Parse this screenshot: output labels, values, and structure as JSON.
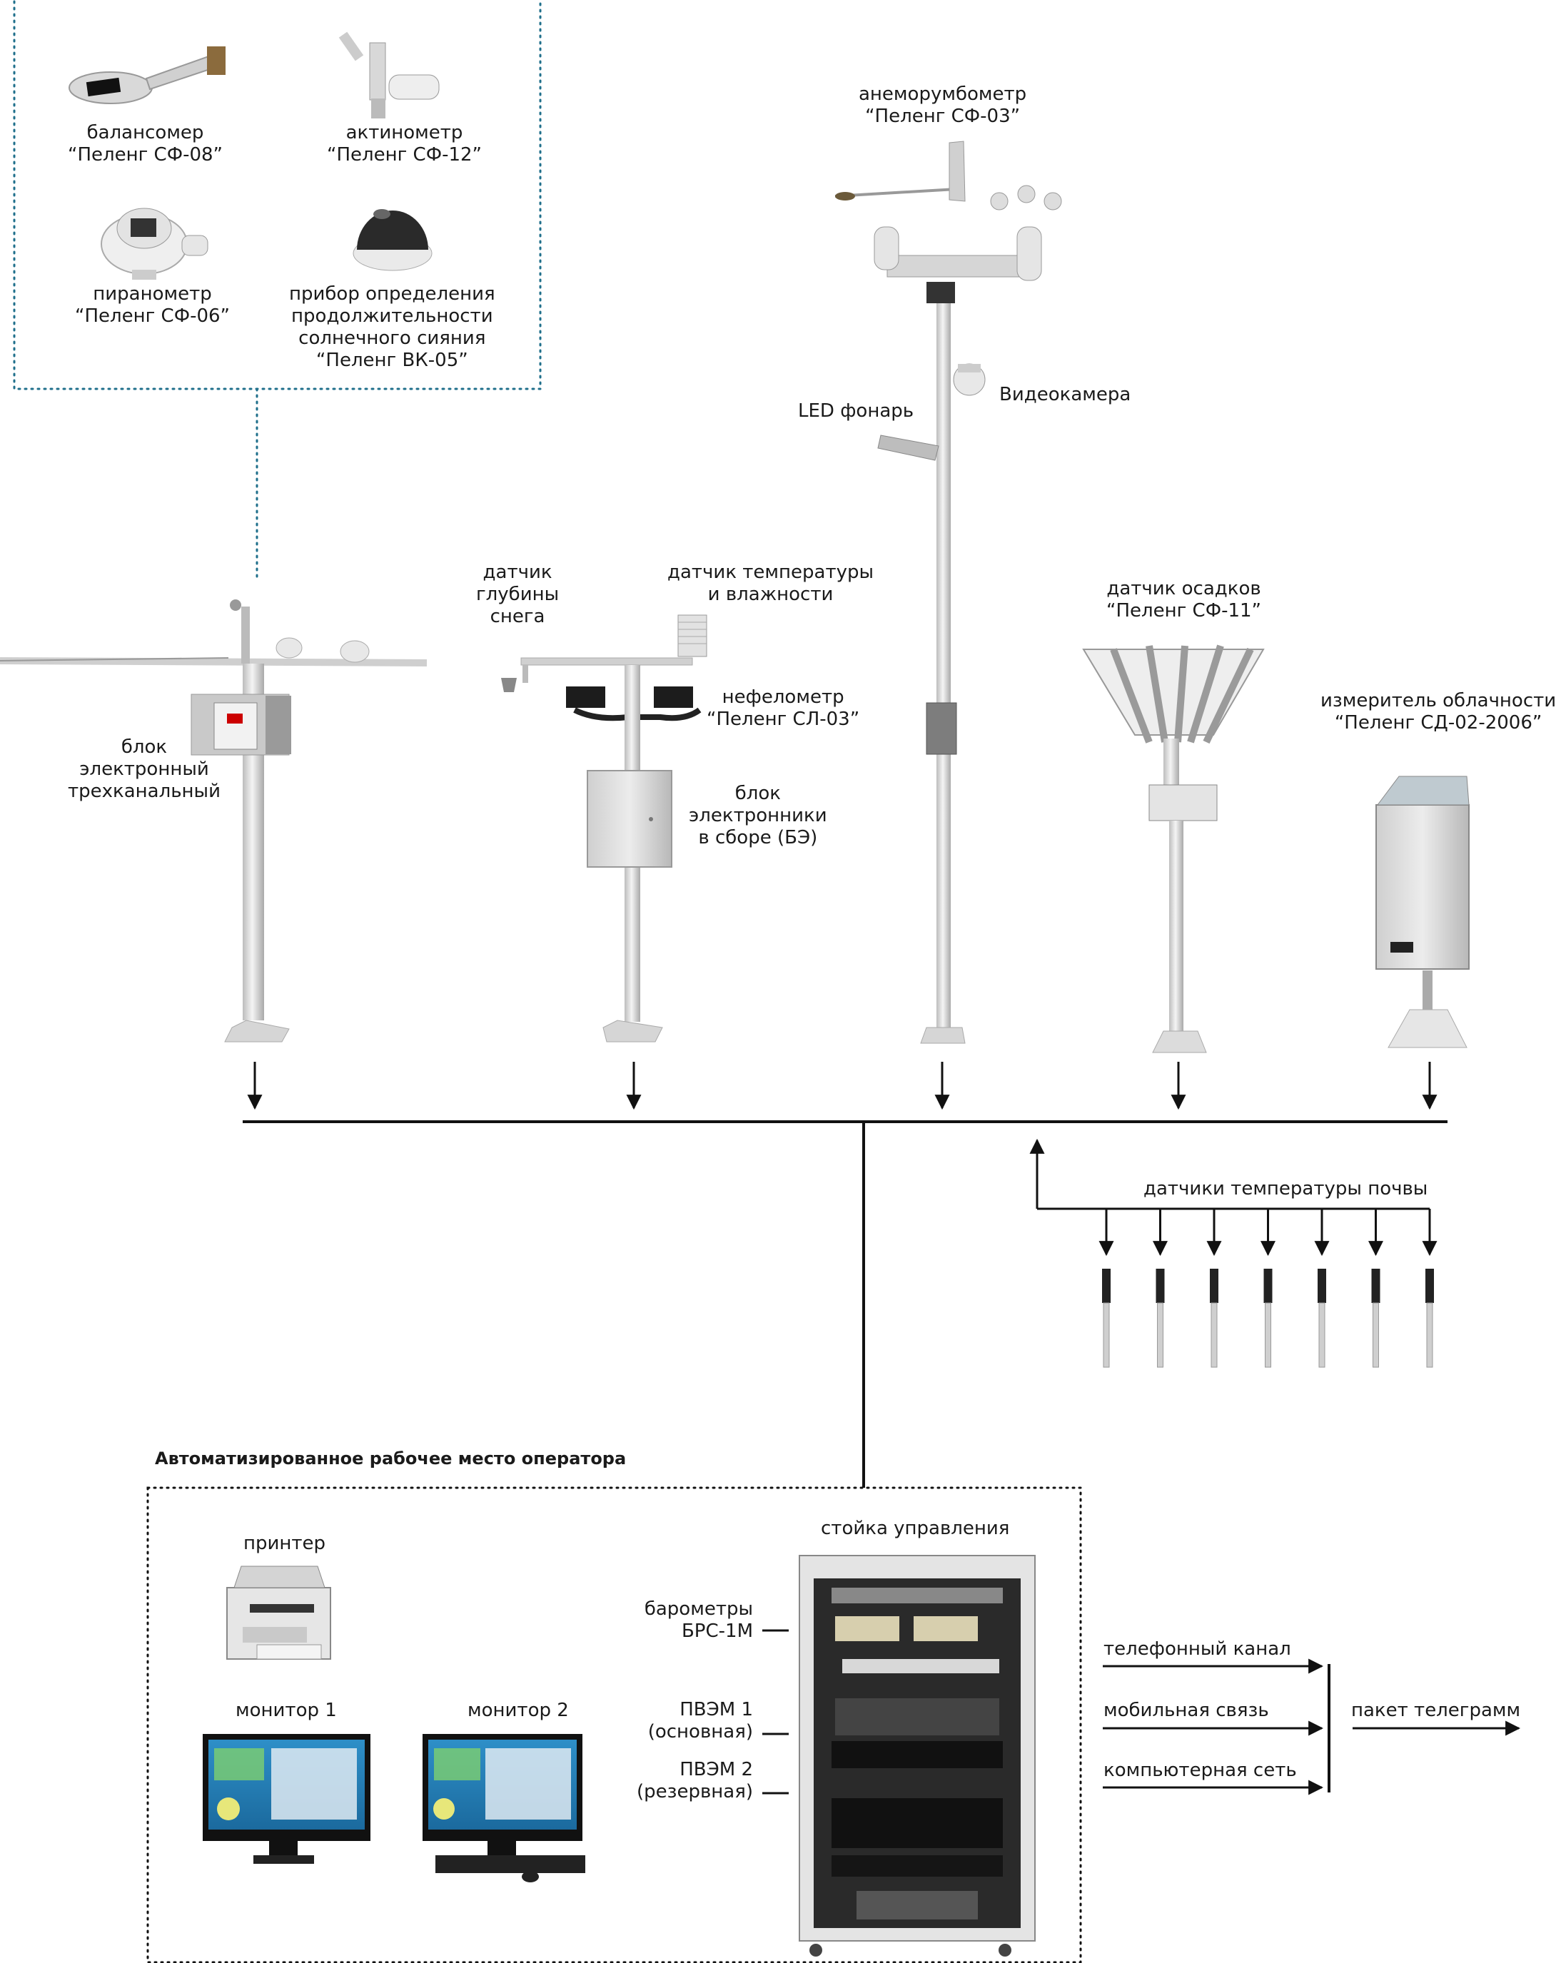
{
  "sensors_box": {
    "balance": [
      "балансомер",
      "“Пеленг СФ-08”"
    ],
    "actinometer": [
      "актинометр",
      "“Пеленг СФ-12”"
    ],
    "pyranometer": [
      "пиранометр",
      "“Пеленг СФ-06”"
    ],
    "sunshine": [
      "прибор определения",
      "продолжительности",
      "солнечного сияния",
      "“Пеленг ВК-05”"
    ]
  },
  "mast_left": {
    "block": [
      "блок",
      "электронный",
      "трехканальный"
    ]
  },
  "mast_mid": {
    "snow": [
      "датчик",
      "глубины",
      "снега"
    ],
    "temp_hum": [
      "датчик температуры",
      "и влажности"
    ],
    "nephelometer": [
      "нефелометр",
      "“Пеленг СЛ-03”"
    ],
    "electronics": [
      "блок",
      "электронники",
      "в сборе (БЭ)"
    ]
  },
  "mast_tall": {
    "anemo": [
      "анеморумбометр",
      "“Пеленг СФ-03”"
    ],
    "camera": "Видеокамера",
    "led": "LED фонарь"
  },
  "precip": [
    "датчик осадков",
    "“Пеленг СФ-11”"
  ],
  "cloud": [
    "измеритель облачности",
    "“Пеленг СД-02-2006”"
  ],
  "soil": {
    "title": "датчики температуры почвы",
    "count": 7
  },
  "workstation": {
    "title": "Автоматизированное рабочее место оператора",
    "printer": "принтер",
    "monitor1": "монитор 1",
    "monitor2": "монитор 2",
    "rack_title": "стойка управления",
    "barometers": [
      "барометры",
      "БРС-1М"
    ],
    "pc1": [
      "ПВЭМ 1",
      "(основная)"
    ],
    "pc2": [
      "ПВЭМ 2",
      "(резервная)"
    ]
  },
  "channels": {
    "phone": "телефонный канал",
    "mobile": "мобильная связь",
    "network": "компьютерная сеть",
    "output": "пакет телеграмм"
  },
  "colors": {
    "dotted_box": "#1f6f8b",
    "metal": "#dcdcdc",
    "line": "#111111"
  }
}
